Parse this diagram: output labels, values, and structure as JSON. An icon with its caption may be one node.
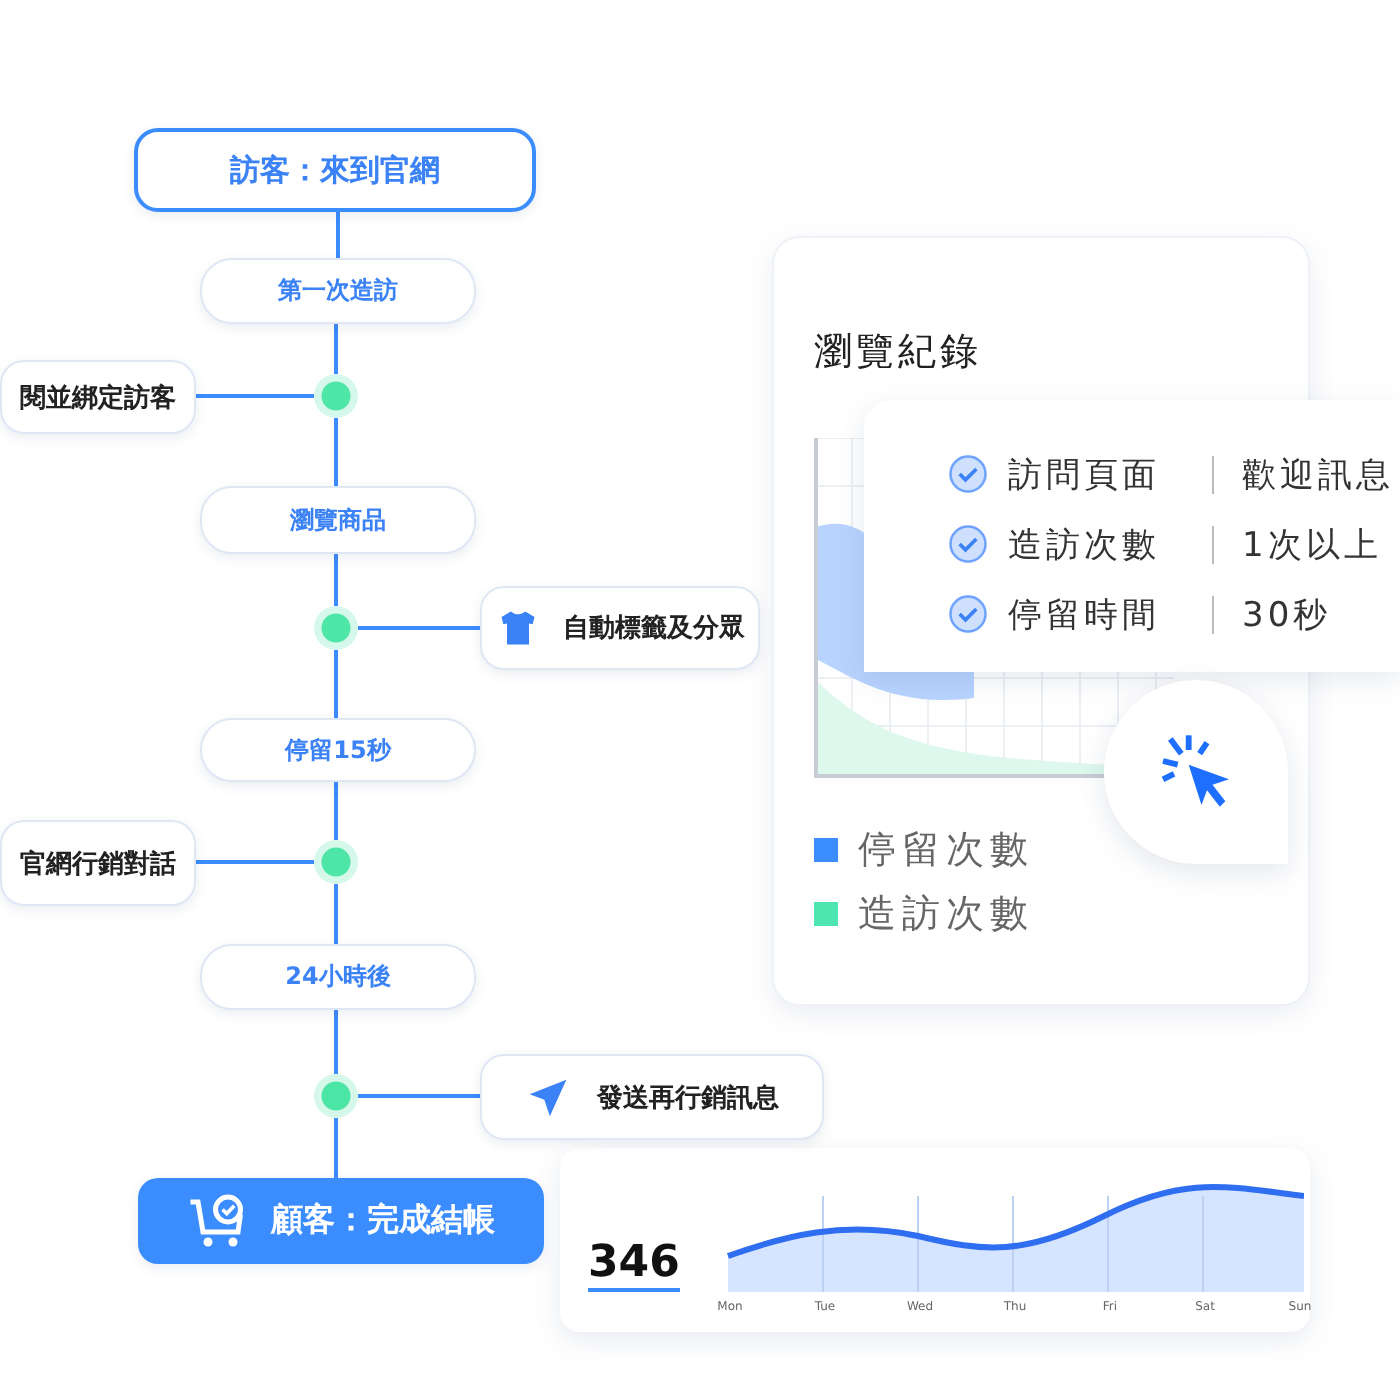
{
  "diagram": {
    "nodes": [
      {
        "text": [
          "訪客：來到官網"
        ]
      },
      {
        "text": [
          "第一次造訪"
        ]
      },
      {
        "text": [],
        "shape": "circle"
      },
      {
        "text": [
          "閱並綁定訪客"
        ]
      },
      {
        "text": [
          "瀏覽商品"
        ]
      },
      {
        "text": [],
        "shape": "circle"
      },
      {
        "text": [
          "自動標籤及分眾"
        ]
      },
      {
        "text": [
          "停留15秒"
        ]
      },
      {
        "text": [],
        "shape": "circle"
      },
      {
        "text": [
          "官網行銷對話"
        ]
      },
      {
        "text": [
          "24小時後"
        ]
      },
      {
        "text": [],
        "shape": "circle"
      },
      {
        "text": [
          "發送再行銷訊息"
        ]
      },
      {
        "text": [
          "顧客：完成結帳"
        ]
      },
      {
        "text": [
          "瀏覽紀錄"
        ]
      },
      {
        "text": [
          "訪問頁面",
          "歡迎訊息",
          "造訪次數",
          "1次以上",
          "停留時間",
          "30秒"
        ]
      },
      {
        "text": [
          "346",
          "Mon",
          "Tue",
          "Wed",
          "Thu",
          "Fri",
          "Sat",
          "Sun"
        ]
      }
    ],
    "edges": [
      {
        "from": 0,
        "to": 1,
        "arrow": "none"
      },
      {
        "from": 1,
        "to": 2,
        "arrow": "none"
      },
      {
        "from": 2,
        "to": 3,
        "arrow": "none"
      },
      {
        "from": 2,
        "to": 4,
        "arrow": "none"
      },
      {
        "from": 4,
        "to": 5,
        "arrow": "none"
      },
      {
        "from": 5,
        "to": 6,
        "arrow": "none"
      },
      {
        "from": 5,
        "to": 7,
        "arrow": "none"
      },
      {
        "from": 7,
        "to": 8,
        "arrow": "none"
      },
      {
        "from": 8,
        "to": 9,
        "arrow": "none"
      },
      {
        "from": 8,
        "to": 10,
        "arrow": "none"
      },
      {
        "from": 10,
        "to": 11,
        "arrow": "none"
      },
      {
        "from": 11,
        "to": 12,
        "arrow": "none"
      },
      {
        "from": 11,
        "to": 13,
        "arrow": "none"
      }
    ],
    "legend": [
      {
        "text": "停留次數",
        "color": "#3b8cff"
      },
      {
        "text": "造訪次數",
        "color": "#4ee6b0"
      }
    ]
  }
}
